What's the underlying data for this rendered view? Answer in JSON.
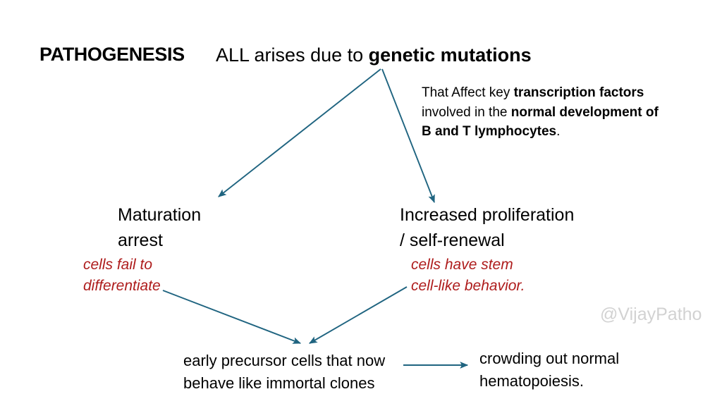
{
  "slide": {
    "title_label": "PATHOGENESIS",
    "headline": {
      "plain_prefix": "ALL arises due to ",
      "bold_suffix": "genetic mutations",
      "full_text": "ALL arises due to genetic mutations"
    },
    "note_transcription": {
      "line1_plain": "That Affect key ",
      "line1_bold": "transcription factors",
      "line2_plain": "involved in the ",
      "line2_bold": "normal development of",
      "line3_bold": "B and T lymphocytes",
      "line3_plain": ".",
      "full_text": "That Affect key transcription factors involved in the normal development of B and T lymphocytes."
    },
    "branch_left": {
      "title_line1": "Maturation",
      "title_line2": "arrest",
      "sub_line1": "cells fail to",
      "sub_line2": "differentiate"
    },
    "branch_right": {
      "title_line1": "Increased proliferation",
      "title_line2": "/ self-renewal",
      "sub_line1": "cells have stem",
      "sub_line2": "cell-like behavior."
    },
    "outcome_left": {
      "line1": "early precursor cells that now",
      "line2": "behave like immortal clones"
    },
    "outcome_right": {
      "line1": "crowding out normal",
      "line2": "hematopoiesis."
    },
    "watermark": "@VijayPatho",
    "colors": {
      "text": "#000000",
      "accent_red": "#AE1C1C",
      "arrow_blue": "#1F6480",
      "watermark_gray": "#D2D2D2",
      "background": "#FFFFFF"
    }
  }
}
